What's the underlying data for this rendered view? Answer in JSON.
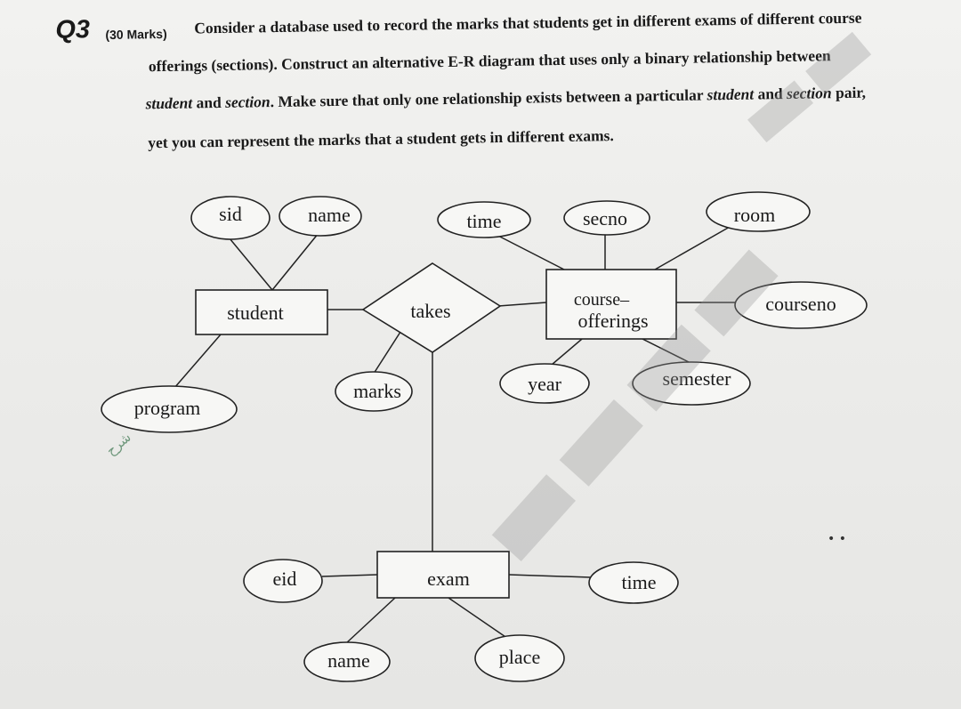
{
  "question": {
    "number": "Q3",
    "marks": "(30 Marks)",
    "line1": "Consider a database used to record the marks that students get in different exams of different course",
    "line2": "offerings (sections).   Construct an alternative E-R diagram that uses only a binary relationship between",
    "line3_student": "student",
    "line3_mid": " and ",
    "line3_section": "section",
    "line3_rest": ". Make sure that only one relationship exists between a particular ",
    "line3_student2": "student",
    "line3_and2": " and ",
    "line3_section2": "section",
    "line3_end": " pair,",
    "line4": "yet you can represent the marks that a student gets in different exams."
  },
  "diagram": {
    "entities": {
      "student": "student",
      "course_offerings_line1": "course–",
      "course_offerings_line2": "offerings",
      "exam": "exam"
    },
    "relationship": "takes",
    "attributes": {
      "sid": "sid",
      "student_name": "name",
      "program": "program",
      "marks": "marks",
      "time": "time",
      "secno": "secno",
      "room": "room",
      "courseno": "courseno",
      "year": "year",
      "semester": "semester",
      "eid": "eid",
      "exam_time": "time",
      "exam_name": "name",
      "place": "place"
    }
  },
  "annotations": {
    "handwritten": "شرح",
    "margin_dots": "• •"
  }
}
